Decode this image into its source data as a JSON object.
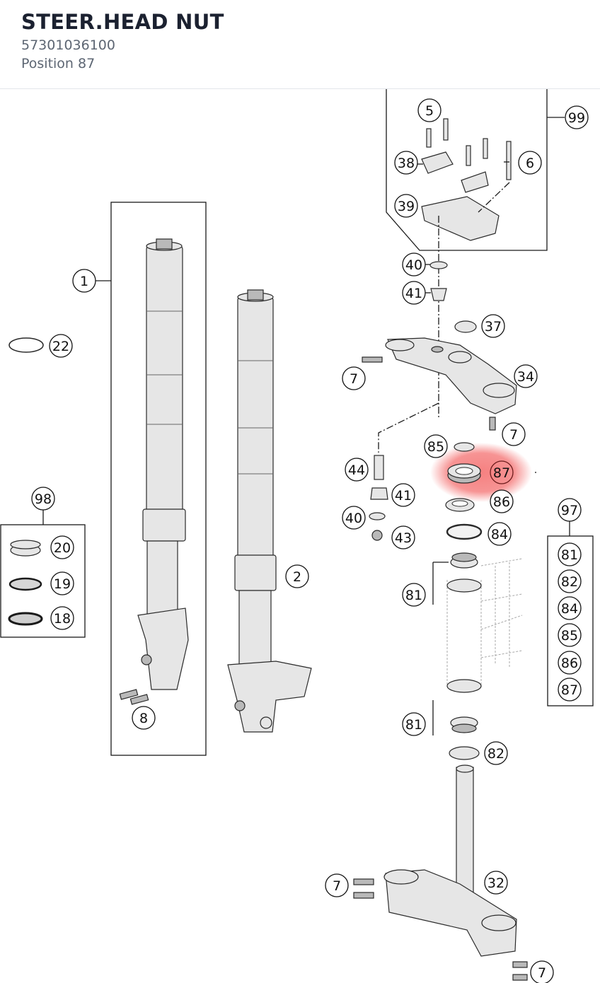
{
  "header": {
    "title": "STEER.HEAD NUT",
    "part_number": "57301036100",
    "position": "Position 87"
  },
  "highlight": {
    "position": "87",
    "color": "#f03c3c"
  },
  "callouts": [
    "99",
    "5",
    "38",
    "6",
    "39",
    "40",
    "41",
    "37",
    "7",
    "34",
    "1",
    "22",
    "2",
    "44",
    "85",
    "87",
    "86",
    "98",
    "20",
    "19",
    "18",
    "97",
    "81",
    "82",
    "84",
    "43",
    "8",
    "32"
  ],
  "kit_97_items": [
    "81",
    "82",
    "84",
    "85",
    "86",
    "87"
  ]
}
